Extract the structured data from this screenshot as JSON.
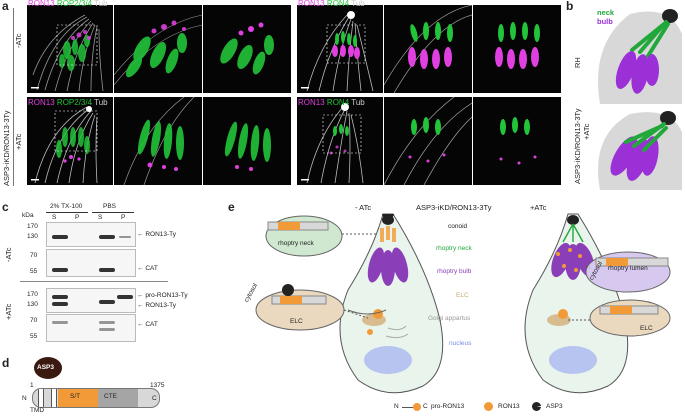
{
  "panel_a": {
    "letter": "a",
    "row_labels": {
      "minus": "-ATc",
      "plus": "+ATc",
      "strain": "ASP3-iKD/RON13-3Ty"
    },
    "left_channels": [
      {
        "text": "RON13",
        "color": "#e040e0"
      },
      {
        "text": "ROP2/3/4",
        "color": "#22c43a"
      },
      {
        "text": "Tub",
        "color": "#cccccc"
      }
    ],
    "right_channels": [
      {
        "text": "RON13",
        "color": "#e040e0"
      },
      {
        "text": "RON4",
        "color": "#22c43a"
      },
      {
        "text": "Tub",
        "color": "#cccccc"
      }
    ]
  },
  "panel_b": {
    "letter": "b",
    "legend": [
      {
        "text": "neck",
        "color": "#22a83a"
      },
      {
        "text": "bulb",
        "color": "#9b30d6"
      }
    ],
    "top_label": "RH",
    "bottom_label": "ASP3-iKD/RON13-3Ty",
    "bottom_sub": "+ATc"
  },
  "panel_c": {
    "letter": "c",
    "kda": "kDa",
    "tx": "2% TX-100",
    "pbs": "PBS",
    "lanes": [
      "S",
      "P",
      "S",
      "P"
    ],
    "minus": "-ATc",
    "plus": "+ATc",
    "marks_top": [
      "170",
      "130"
    ],
    "marks_cat1": [
      "70",
      "55"
    ],
    "marks_bot": [
      "170",
      "130"
    ],
    "marks_cat2": [
      "70",
      "55"
    ],
    "ann_ron13": "RON13-Ty",
    "ann_cat": "CAT",
    "ann_pro": "pro-RON13-Ty",
    "ann_ron13b": "RON13-Ty",
    "ann_cat2": "CAT"
  },
  "panel_d": {
    "letter": "d",
    "protease": "ASP3",
    "n": "N",
    "c": "C",
    "start": "1",
    "end": "1375",
    "tmd": "TMD",
    "st": "S/T",
    "cte": "CTE"
  },
  "panel_e": {
    "letter": "e",
    "minus": "- ATc",
    "title": "ASP3-iKD/RON13-3Ty",
    "plus": "+ATc",
    "conoid": "conoid",
    "neck": "rhoptry neck",
    "bulb": "rhoptry bulb",
    "elc": "ELC",
    "golgi": "Golgi appartus",
    "nucleus": "nucleus",
    "inset_neck": "rhoptry neck",
    "inset_elc": "ELC",
    "inset_lumen": "rhoptry lumen",
    "inset_elc2": "ELC",
    "cytosol": "cytosol",
    "legend": {
      "nc": "N",
      "cc": "C",
      "pro": "pro-RON13",
      "ron13": "RON13",
      "asp3": "ASP3"
    }
  }
}
